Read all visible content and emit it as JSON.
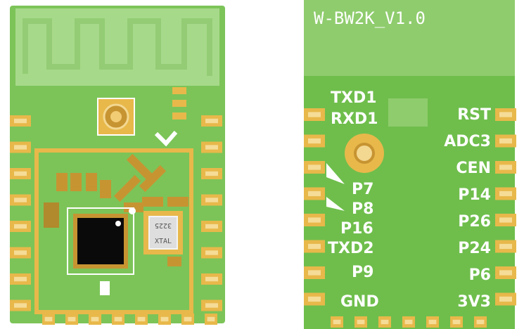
{
  "colors": {
    "pcb_green": "#6fbe4c",
    "pcb_green_light": "#9dd07f",
    "soldermask_dark": "#5aa83a",
    "pad_gold": "#e8b84a",
    "silkscreen": "#ffffff",
    "ic_black": "#0a0a0a"
  },
  "front": {
    "crystal_label_line1": "3225",
    "crystal_label_line2": "XTAL"
  },
  "back": {
    "title": "W-BW2K_V1.0",
    "left_pins": [
      "TXD1",
      "RXD1",
      "P7",
      "P8",
      "P16",
      "TXD2",
      "P9",
      "GND"
    ],
    "right_pins": [
      "RST",
      "ADC3",
      "CEN",
      "P14",
      "P26",
      "P24",
      "P6",
      "3V3"
    ]
  }
}
